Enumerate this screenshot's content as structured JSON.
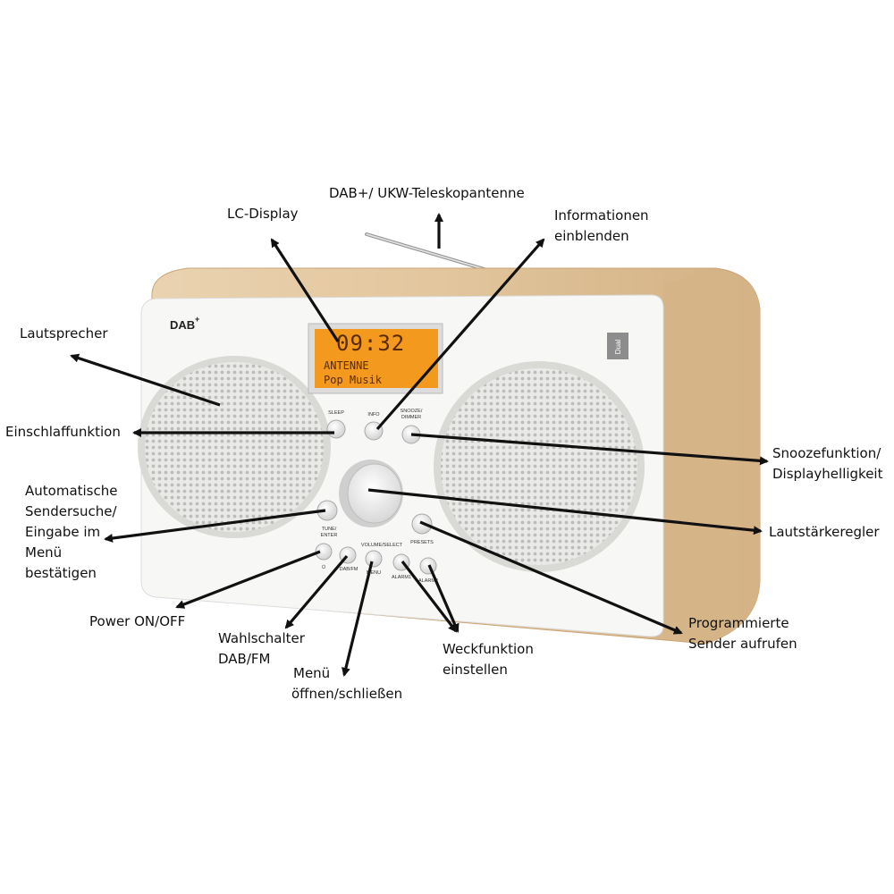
{
  "device": {
    "brand_logo": "Dual",
    "dab_logo": "DAB",
    "dab_plus": "+",
    "lcd": {
      "time": "09:32",
      "line1": "ANTENNE",
      "line2": "Pop Musik"
    },
    "buttons": {
      "sleep": "SLEEP",
      "info": "INFO",
      "snooze_line1": "SNOOZE/",
      "snooze_line2": "DIMMER",
      "tune_line1": "TUNE/",
      "tune_line2": "ENTER",
      "presets": "PRESETS",
      "volume_select": "VOLUME/SELECT",
      "dab_fm": "DAB/FM",
      "menu": "MENU",
      "alarm1": "ALARM1",
      "alarm2": "ALARM2"
    }
  },
  "callouts": {
    "antenna": [
      "DAB+/ UKW-Teleskopantenne"
    ],
    "lcd_display": [
      "LC-Display"
    ],
    "info": [
      "Informationen",
      "einblenden"
    ],
    "speaker": [
      "Lautsprecher"
    ],
    "sleep": [
      "Einschlaffunktion"
    ],
    "snooze": [
      "Snoozefunktion/",
      "Displayhelligkeit"
    ],
    "auto_tune": [
      "Automatische",
      "Sendersuche/",
      "Eingabe im",
      "Menü",
      "bestätigen"
    ],
    "volume": [
      "Lautstärkeregler"
    ],
    "power": [
      "Power ON/OFF"
    ],
    "dab_fm": [
      "Wahlschalter",
      "DAB/FM"
    ],
    "menu": [
      "Menü",
      "öffnen/schließen"
    ],
    "alarm": [
      "Weckfunktion",
      "einstellen"
    ],
    "presets": [
      "Programmierte",
      "Sender aufrufen"
    ]
  },
  "colors": {
    "wood": "#e4c9a3",
    "wood_dark": "#cfae82",
    "front_panel": "#f7f7f5",
    "lcd_bg": "#f39a1e",
    "lcd_text": "#5a2a00",
    "arrow": "#111111"
  }
}
